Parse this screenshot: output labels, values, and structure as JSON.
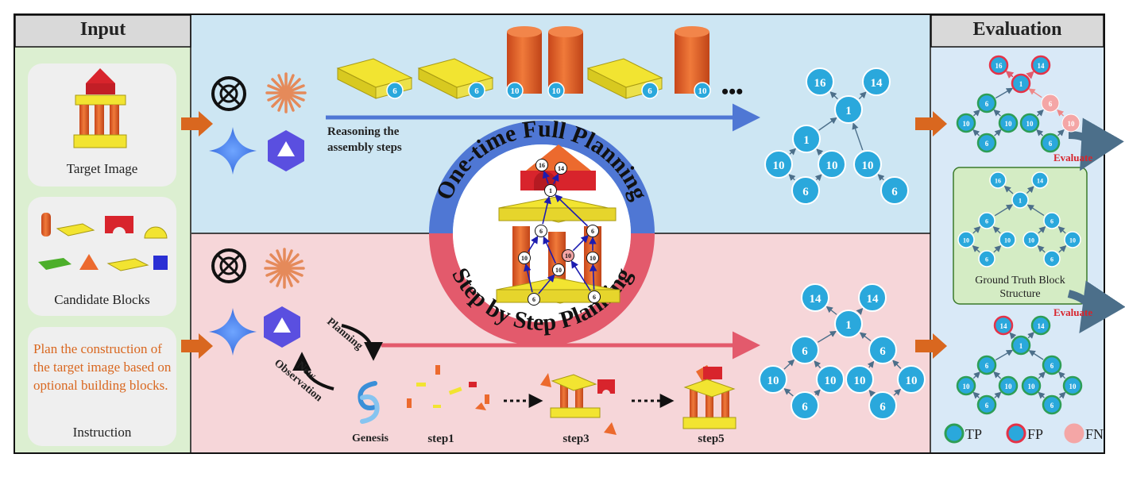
{
  "input": {
    "header": "Input",
    "target_image_label": "Target Image",
    "candidate_blocks_label": "Candidate Blocks",
    "instruction_text": "Plan the construction of the target image based on optional building blocks.",
    "instruction_label": "Instruction"
  },
  "evaluation": {
    "header": "Evaluation",
    "ground_truth_label": "Ground Truth Block Structure",
    "evaluate_label": "Evaluate",
    "legend": [
      "TP",
      "FP",
      "FN"
    ]
  },
  "top_panel": {
    "reasoning_label": "Reasoning the assembly steps",
    "ring_text": "One-time Full Planning",
    "block_sequence": [
      "6",
      "6",
      "10",
      "10",
      "6",
      "10"
    ],
    "ellipsis": "•••",
    "graph": {
      "nodes": [
        "16",
        "14",
        "1",
        "1",
        "10",
        "10",
        "10",
        "6",
        "6"
      ]
    }
  },
  "bottom_panel": {
    "ring_text": "Step by Step Planning",
    "planning_label": "Planning",
    "new_observation_label": "New Observation",
    "genesis_label": "Genesis",
    "steps": [
      "step1",
      "step3",
      "step5"
    ],
    "graph": {
      "nodes": [
        "14",
        "14",
        "1",
        "6",
        "6",
        "10",
        "10",
        "10",
        "10",
        "6",
        "6"
      ]
    }
  },
  "center_structure_nodes": [
    "16",
    "14",
    "1",
    "6",
    "6",
    "10",
    "10",
    "10",
    "10",
    "6",
    "6"
  ],
  "colors": {
    "input_bg": "#dcefd1",
    "top_bg": "#cde6f3",
    "bottom_bg": "#f6d6d9",
    "eval_bg": "#d9e9f7",
    "ring_blue": "#4f77d4",
    "ring_red": "#e35a6c",
    "node_blue": "#2aa8dc",
    "tp_ring": "#2e9e55",
    "fp_ring": "#e53247",
    "fn_fill": "#f4a6a6",
    "block_yellow": "#f2e431",
    "block_orange": "#ec6a2e",
    "block_red": "#d8242c",
    "arrow_orange": "#d9671f"
  }
}
